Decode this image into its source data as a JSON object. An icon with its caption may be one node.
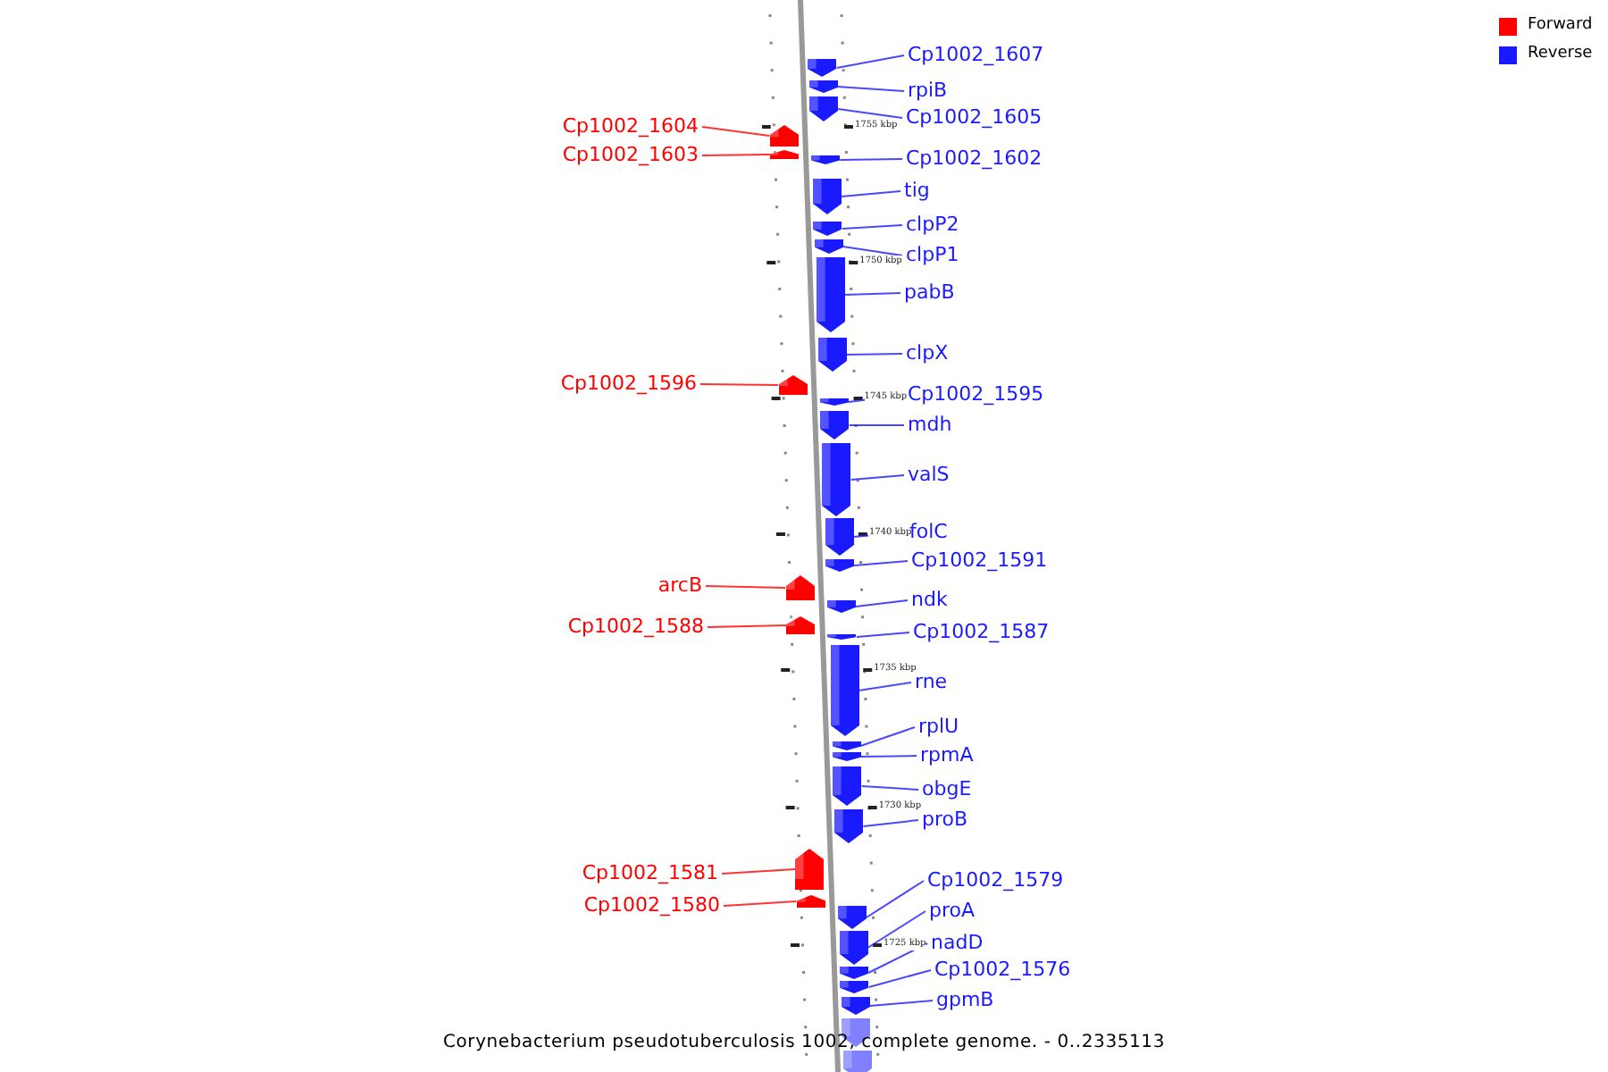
{
  "diagram": {
    "caption": "Corynebacterium pseudotuberculosis 1002, complete genome. - 0..2335113",
    "nodes": [
      {
        "text": [
          "Cp1002_1607"
        ]
      },
      {
        "text": [],
        "shape": "arrow"
      },
      {
        "text": [
          "rpiB"
        ]
      },
      {
        "text": [],
        "shape": "arrow"
      },
      {
        "text": [
          "Cp1002_1605"
        ]
      },
      {
        "text": [],
        "shape": "arrow"
      },
      {
        "text": [
          "Cp1002_1604"
        ]
      },
      {
        "text": [],
        "shape": "arrow"
      },
      {
        "text": [
          "Cp1002_1603"
        ]
      },
      {
        "text": [],
        "shape": "arrow"
      },
      {
        "text": [
          "Cp1002_1602"
        ]
      },
      {
        "text": [],
        "shape": "arrow"
      },
      {
        "text": [
          "tig"
        ]
      },
      {
        "text": [],
        "shape": "arrow"
      },
      {
        "text": [
          "clpP2"
        ]
      },
      {
        "text": [],
        "shape": "arrow"
      },
      {
        "text": [
          "clpP1"
        ]
      },
      {
        "text": [],
        "shape": "arrow"
      },
      {
        "text": [
          "pabB"
        ]
      },
      {
        "text": [],
        "shape": "arrow"
      },
      {
        "text": [
          "clpX"
        ]
      },
      {
        "text": [],
        "shape": "arrow"
      },
      {
        "text": [
          "Cp1002_1596"
        ]
      },
      {
        "text": [],
        "shape": "arrow"
      },
      {
        "text": [
          "Cp1002_1595"
        ]
      },
      {
        "text": [],
        "shape": "arrow"
      },
      {
        "text": [
          "mdh"
        ]
      },
      {
        "text": [],
        "shape": "arrow"
      },
      {
        "text": [
          "valS"
        ]
      },
      {
        "text": [],
        "shape": "arrow"
      },
      {
        "text": [
          "folC"
        ]
      },
      {
        "text": [],
        "shape": "arrow"
      },
      {
        "text": [
          "Cp1002_1591"
        ]
      },
      {
        "text": [],
        "shape": "arrow"
      },
      {
        "text": [
          "arcB"
        ]
      },
      {
        "text": [],
        "shape": "arrow"
      },
      {
        "text": [
          "ndk"
        ]
      },
      {
        "text": [],
        "shape": "arrow"
      },
      {
        "text": [
          "Cp1002_1588"
        ]
      },
      {
        "text": [],
        "shape": "arrow"
      },
      {
        "text": [
          "Cp1002_1587"
        ]
      },
      {
        "text": [],
        "shape": "arrow"
      },
      {
        "text": [
          "rne"
        ]
      },
      {
        "text": [],
        "shape": "arrow"
      },
      {
        "text": [
          "rplU"
        ]
      },
      {
        "text": [],
        "shape": "arrow"
      },
      {
        "text": [
          "rpmA"
        ]
      },
      {
        "text": [],
        "shape": "arrow"
      },
      {
        "text": [
          "obgE"
        ]
      },
      {
        "text": [],
        "shape": "arrow"
      },
      {
        "text": [
          "proB"
        ]
      },
      {
        "text": [],
        "shape": "arrow"
      },
      {
        "text": [
          "Cp1002_1581"
        ]
      },
      {
        "text": [],
        "shape": "arrow"
      },
      {
        "text": [
          "Cp1002_1579"
        ]
      },
      {
        "text": [],
        "shape": "arrow"
      },
      {
        "text": [
          "Cp1002_1580"
        ]
      },
      {
        "text": [],
        "shape": "arrow"
      },
      {
        "text": [
          "proA"
        ]
      },
      {
        "text": [],
        "shape": "arrow"
      },
      {
        "text": [
          "nadD"
        ]
      },
      {
        "text": [],
        "shape": "arrow"
      },
      {
        "text": [
          "Cp1002_1576"
        ]
      },
      {
        "text": [],
        "shape": "arrow"
      },
      {
        "text": [
          "gpmB"
        ]
      },
      {
        "text": [],
        "shape": "arrow"
      },
      {
        "text": [],
        "shape": "arrow"
      },
      {
        "text": [],
        "shape": "arrow"
      }
    ],
    "edges": [
      {
        "from": 0,
        "to": 1,
        "arrow": "none"
      },
      {
        "from": 2,
        "to": 3,
        "arrow": "none"
      },
      {
        "from": 4,
        "to": 5,
        "arrow": "none"
      },
      {
        "from": 6,
        "to": 7,
        "arrow": "none",
        "color": "#ff0000"
      },
      {
        "from": 8,
        "to": 9,
        "arrow": "none",
        "color": "#ff0000"
      },
      {
        "from": 10,
        "to": 11,
        "arrow": "none"
      },
      {
        "from": 12,
        "to": 13,
        "arrow": "none"
      },
      {
        "from": 14,
        "to": 15,
        "arrow": "none"
      },
      {
        "from": 16,
        "to": 17,
        "arrow": "none"
      },
      {
        "from": 18,
        "to": 19,
        "arrow": "none"
      },
      {
        "from": 20,
        "to": 21,
        "arrow": "none"
      },
      {
        "from": 22,
        "to": 23,
        "arrow": "none",
        "color": "#ff0000"
      },
      {
        "from": 24,
        "to": 25,
        "arrow": "none"
      },
      {
        "from": 26,
        "to": 27,
        "arrow": "none"
      },
      {
        "from": 28,
        "to": 29,
        "arrow": "none"
      },
      {
        "from": 30,
        "to": 31,
        "arrow": "none"
      },
      {
        "from": 32,
        "to": 33,
        "arrow": "none"
      },
      {
        "from": 34,
        "to": 35,
        "arrow": "none",
        "color": "#ff0000"
      },
      {
        "from": 36,
        "to": 37,
        "arrow": "none"
      },
      {
        "from": 38,
        "to": 39,
        "arrow": "none",
        "color": "#ff0000"
      },
      {
        "from": 40,
        "to": 41,
        "arrow": "none"
      },
      {
        "from": 42,
        "to": 43,
        "arrow": "none"
      },
      {
        "from": 44,
        "to": 45,
        "arrow": "none"
      },
      {
        "from": 46,
        "to": 47,
        "arrow": "none"
      },
      {
        "from": 48,
        "to": 49,
        "arrow": "none"
      },
      {
        "from": 50,
        "to": 51,
        "arrow": "none"
      },
      {
        "from": 52,
        "to": 53,
        "arrow": "none",
        "color": "#ff0000"
      },
      {
        "from": 54,
        "to": 55,
        "arrow": "none"
      },
      {
        "from": 56,
        "to": 57,
        "arrow": "none",
        "color": "#ff0000"
      },
      {
        "from": 58,
        "to": 59,
        "arrow": "none"
      },
      {
        "from": 60,
        "to": 61,
        "arrow": "none"
      },
      {
        "from": 62,
        "to": 63,
        "arrow": "none"
      },
      {
        "from": 64,
        "to": 65,
        "arrow": "none"
      }
    ],
    "labels": [
      "1755 kbp",
      "1750 kbp",
      "1745 kbp",
      "1740 kbp",
      "1735 kbp",
      "1730 kbp",
      "1725 kbp"
    ],
    "legend": [
      {
        "text": "Forward",
        "color": "#ff0000"
      },
      {
        "text": "Reverse",
        "color": "#1a1aff"
      }
    ]
  }
}
